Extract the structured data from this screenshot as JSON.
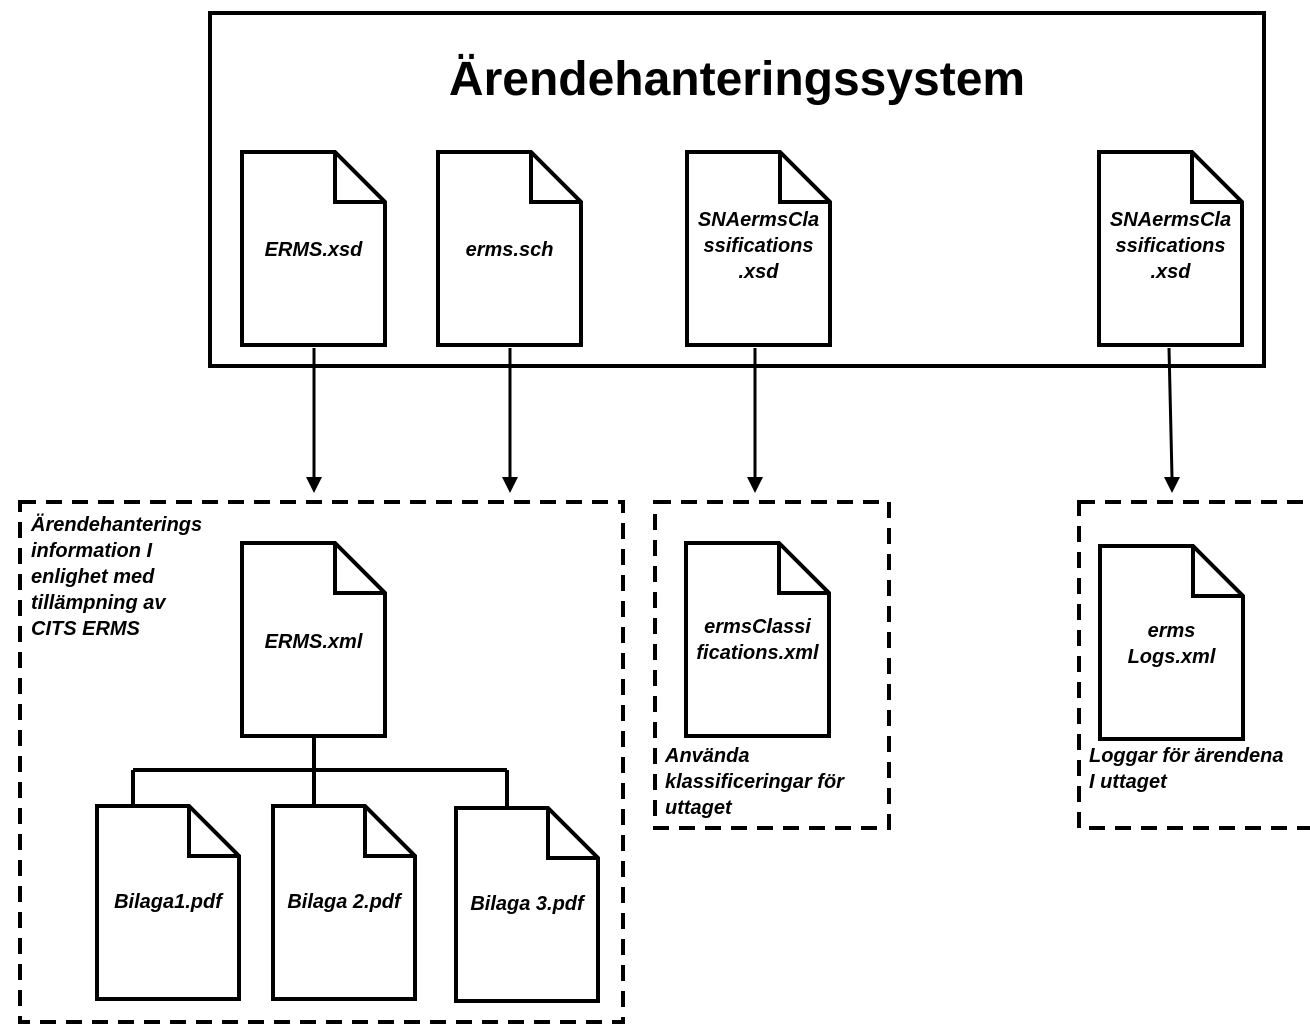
{
  "system": {
    "title": "Ärendehanteringssystem",
    "documents": [
      {
        "id": "erms-xsd",
        "label_lines": [
          "ERMS.xsd"
        ]
      },
      {
        "id": "erms-sch",
        "label_lines": [
          "erms.sch"
        ]
      },
      {
        "id": "sna-classifications-xsd-1",
        "label_lines": [
          "SNAermsCla",
          "ssifications",
          ".xsd"
        ]
      },
      {
        "id": "sna-classifications-xsd-2",
        "label_lines": [
          "SNAermsCla",
          "ssifications",
          ".xsd"
        ]
      }
    ]
  },
  "groups": [
    {
      "id": "erms-information",
      "label_lines": [
        "Ärendehanterings",
        "information I",
        "enlighet med",
        "tillämpning av",
        "CITS ERMS"
      ],
      "documents": [
        {
          "id": "erms-xml",
          "label_lines": [
            "ERMS.xml"
          ]
        },
        {
          "id": "bilaga1",
          "label_lines": [
            "Bilaga1.pdf"
          ]
        },
        {
          "id": "bilaga2",
          "label_lines": [
            "Bilaga 2.pdf"
          ]
        },
        {
          "id": "bilaga3",
          "label_lines": [
            "Bilaga 3.pdf"
          ]
        }
      ]
    },
    {
      "id": "classifications",
      "label_lines": [
        "Använda",
        "klassificeringar för",
        "uttaget"
      ],
      "documents": [
        {
          "id": "erms-classifications-xml",
          "label_lines": [
            "ermsClassi",
            "fications.xml"
          ]
        }
      ]
    },
    {
      "id": "logs",
      "label_lines": [
        "Loggar för ärendena",
        "I uttaget"
      ],
      "documents": [
        {
          "id": "erms-logs-xml",
          "label_lines": [
            "erms",
            "Logs.xml"
          ]
        }
      ]
    }
  ],
  "colors": {
    "stroke": "#000000",
    "fill": "#ffffff"
  }
}
